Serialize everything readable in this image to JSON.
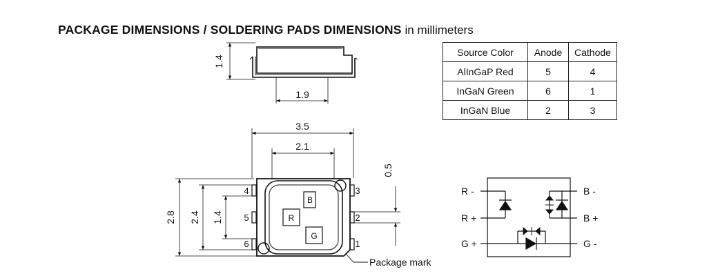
{
  "heading": {
    "bold": "PACKAGE DIMENSIONS / SOLDERING PADS DIMENSIONS",
    "unit": "in millimeters"
  },
  "table": {
    "headers": [
      "Source Color",
      "Anode",
      "Cathode"
    ],
    "rows": [
      [
        "AlInGaP Red",
        "5",
        "4"
      ],
      [
        "InGaN Green",
        "6",
        "1"
      ],
      [
        "InGaN Blue",
        "2",
        "3"
      ]
    ]
  },
  "side_view": {
    "height_dim": "1.4",
    "pad_width_dim": "1.9"
  },
  "top_view": {
    "width_dim": "3.5",
    "inner_width_dim": "2.1",
    "height_dim": "2.8",
    "inner_height_dim": "2.4",
    "pitch_dim": "1.4",
    "pad_dim": "0.5",
    "pins_left": [
      "4",
      "5",
      "6"
    ],
    "pins_right": [
      "3",
      "2",
      "1"
    ],
    "die_labels": {
      "blue": "B",
      "red": "R",
      "green": "G"
    },
    "package_mark_label": "Package mark"
  },
  "schematic": {
    "left_labels": [
      "R -",
      "R +",
      "G +"
    ],
    "right_labels": [
      "B -",
      "B +",
      "G -"
    ]
  }
}
